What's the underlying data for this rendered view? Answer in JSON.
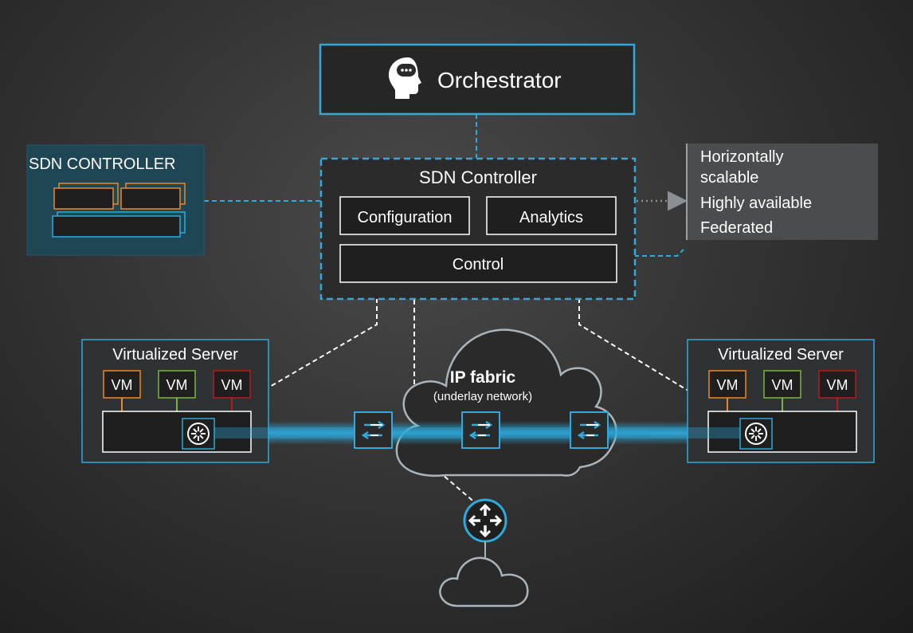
{
  "orchestrator": {
    "label": "Orchestrator",
    "icon": "head-chat-icon"
  },
  "sdn_thumbnail": {
    "label": "SDN CONTROLLER"
  },
  "sdn_controller": {
    "title": "SDN Controller",
    "modules": {
      "configuration": "Configuration",
      "analytics": "Analytics",
      "control": "Control"
    }
  },
  "properties": {
    "line1": "Horizontally",
    "line2": "scalable",
    "line3": "Highly available",
    "line4": "Federated"
  },
  "left_server": {
    "title": "Virtualized Server",
    "vms": [
      "VM",
      "VM",
      "VM"
    ]
  },
  "right_server": {
    "title": "Virtualized Server",
    "vms": [
      "VM",
      "VM",
      "VM"
    ]
  },
  "fabric": {
    "title": "IP fabric",
    "subtitle": "(underlay network)"
  },
  "colors": {
    "accent": "#2eaadc",
    "vm_orange": "#e8892b",
    "vm_green": "#7cb342",
    "vm_red": "#b71c1c",
    "panel": "#2b2b2b",
    "cloud_stroke": "#aab4bb"
  }
}
